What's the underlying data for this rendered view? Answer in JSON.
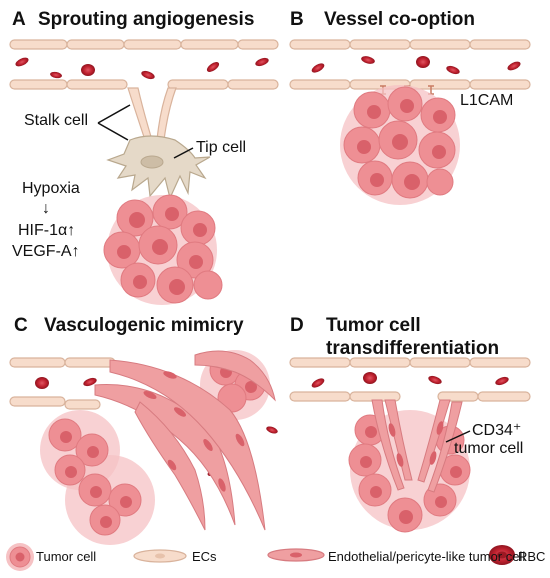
{
  "panels": {
    "a": {
      "letter": "A",
      "title": "Sprouting angiogenesis",
      "stalk_label": "Stalk cell",
      "tip_label": "Tip cell",
      "hypoxia": "Hypoxia",
      "arrow": "↓",
      "hif": "HIF-1α↑",
      "vegf": "VEGF-A↑"
    },
    "b": {
      "letter": "B",
      "title": "Vessel co-option",
      "l1cam_label": "L1CAM"
    },
    "c": {
      "letter": "C",
      "title": "Vasculogenic mimicry"
    },
    "d": {
      "letter": "D",
      "title_line1": "Tumor cell",
      "title_line2": "transdifferentiation",
      "cd34_line1": "CD34⁺",
      "cd34_line2": "tumor cell"
    }
  },
  "legend": {
    "tumor_cell": "Tumor cell",
    "ecs": "ECs",
    "endothelial_like": "Endothelial/pericyte-like tumor cell",
    "rbc": "RBC"
  },
  "colors": {
    "endothelial_fill": "#f7dccb",
    "endothelial_stroke": "#d9b39c",
    "tumor_fill": "#ee8f94",
    "tumor_halo": "#f6c2c4",
    "tumor_nucleus": "#d9616a",
    "tip_cell_fill": "#e5d9c8",
    "rbc": "#c0212f",
    "elongated_tumor_fill": "#ef9fa1"
  }
}
